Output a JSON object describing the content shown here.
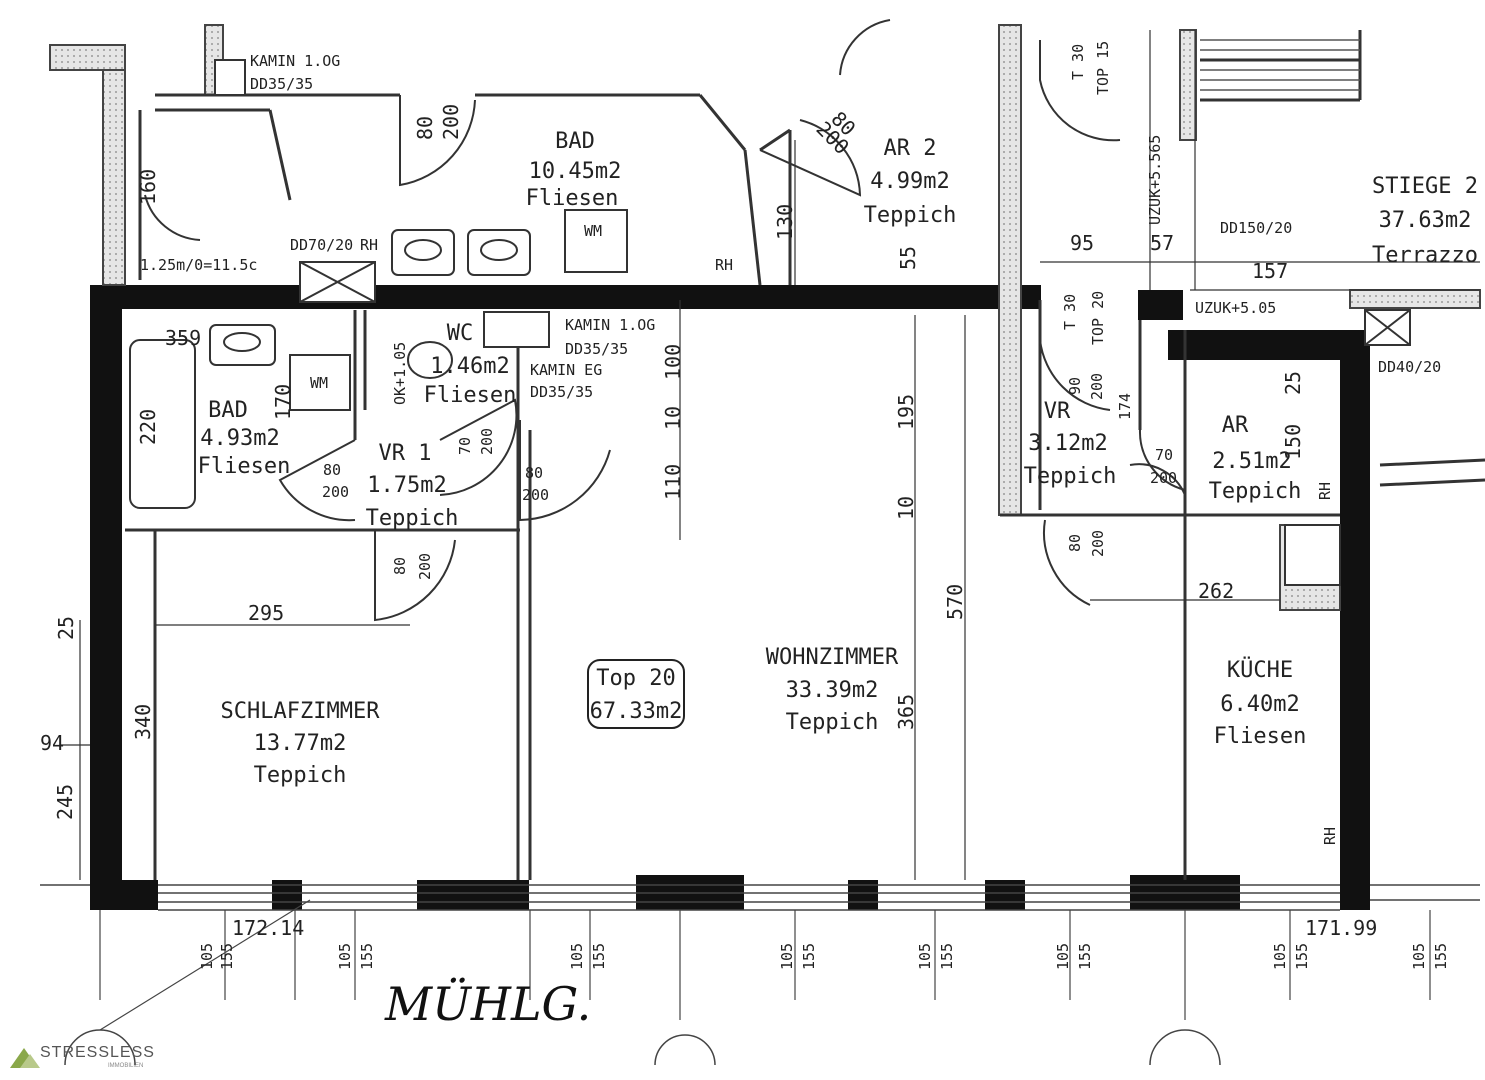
{
  "plan": {
    "unit_label": "Top 20",
    "unit_area": "67.33m2",
    "street_name": "MÜHLG.",
    "rooms": [
      {
        "name": "BAD",
        "area": "10.45m2",
        "floor": "Fliesen"
      },
      {
        "name": "AR 2",
        "area": "4.99m2",
        "floor": "Teppich"
      },
      {
        "name": "STIEGE 2",
        "area": "37.63m2",
        "floor": "Terrazzo"
      },
      {
        "name": "WC",
        "area": "1.46m2",
        "floor": "Fliesen"
      },
      {
        "name": "BAD",
        "area": "4.93m2",
        "floor": "Fliesen"
      },
      {
        "name": "VR 1",
        "area": "1.75m2",
        "floor": "Teppich"
      },
      {
        "name": "VR",
        "area": "3.12m2",
        "floor": "Teppich"
      },
      {
        "name": "AR",
        "area": "2.51m2",
        "floor": "Teppich"
      },
      {
        "name": "SCHLAFZIMMER",
        "area": "13.77m2",
        "floor": "Teppich"
      },
      {
        "name": "WOHNZIMMER",
        "area": "33.39m2",
        "floor": "Teppich"
      },
      {
        "name": "KÜCHE",
        "area": "6.40m2",
        "floor": "Fliesen"
      }
    ],
    "labels": {
      "kamin_1og_top": "KAMIN 1.OG",
      "dd3535_top": "DD35/35",
      "kamin_1og_mid": "KAMIN 1.OG",
      "dd3535_mid": "DD35/35",
      "kamin_eg": "KAMIN EG",
      "dd3535_eg": "DD35/35",
      "dd7020": "DD70/20",
      "dd15020": "DD150/20",
      "dd4020": "DD40/20",
      "rh1": "RH",
      "rh2": "RH",
      "rh3": "RH",
      "rh4": "RH",
      "wm1": "WM",
      "wm2": "WM",
      "uzuk1": "UZUK+5.565",
      "uzuk2": "UZUK+5.05",
      "t30_top15": "T 30",
      "top15": "TOP 15",
      "t30_top20": "T 30",
      "top20": "TOP 20",
      "level_note": "1.25m/0=11.5c",
      "ok": "OK+1.05"
    },
    "dimensions": {
      "d80a": "80",
      "d200a": "200",
      "d160": "160",
      "d130": "130",
      "d55": "55",
      "d80b": "80",
      "d200b": "200",
      "d95": "95",
      "d57": "57",
      "d157": "157",
      "d359": "359",
      "d220": "220",
      "d170": "170",
      "d25": "25",
      "d100": "100",
      "d10a": "10",
      "d110": "110",
      "d195": "195",
      "d10b": "10",
      "d570": "570",
      "d365": "365",
      "d90": "90",
      "d200c": "200",
      "d174": "174",
      "d25b": "25",
      "d150": "150",
      "d70a": "70",
      "d200d": "200",
      "d80c": "80",
      "d200e": "200",
      "d70b": "70",
      "d200f": "200",
      "d80d": "80",
      "d200g": "200",
      "d80e": "80",
      "d200h": "200",
      "d80f": "80",
      "d200i": "200",
      "d262": "262",
      "d295": "295",
      "d340": "340",
      "d94": "94",
      "d245": "245",
      "d17214": "172.14",
      "d17199": "171.99",
      "w1": "105",
      "w2": "155",
      "w3": "105",
      "w4": "155",
      "w5": "105",
      "w6": "155",
      "w7": "105",
      "w8": "155",
      "w9": "105",
      "w10": "155",
      "w11": "105",
      "w12": "155",
      "w13": "105",
      "w14": "155",
      "w15": "105",
      "w16": "155"
    }
  },
  "brand": {
    "name": "STRESSLESS",
    "sub": "IMMOBILIEN",
    "color": "#8aa84a"
  }
}
